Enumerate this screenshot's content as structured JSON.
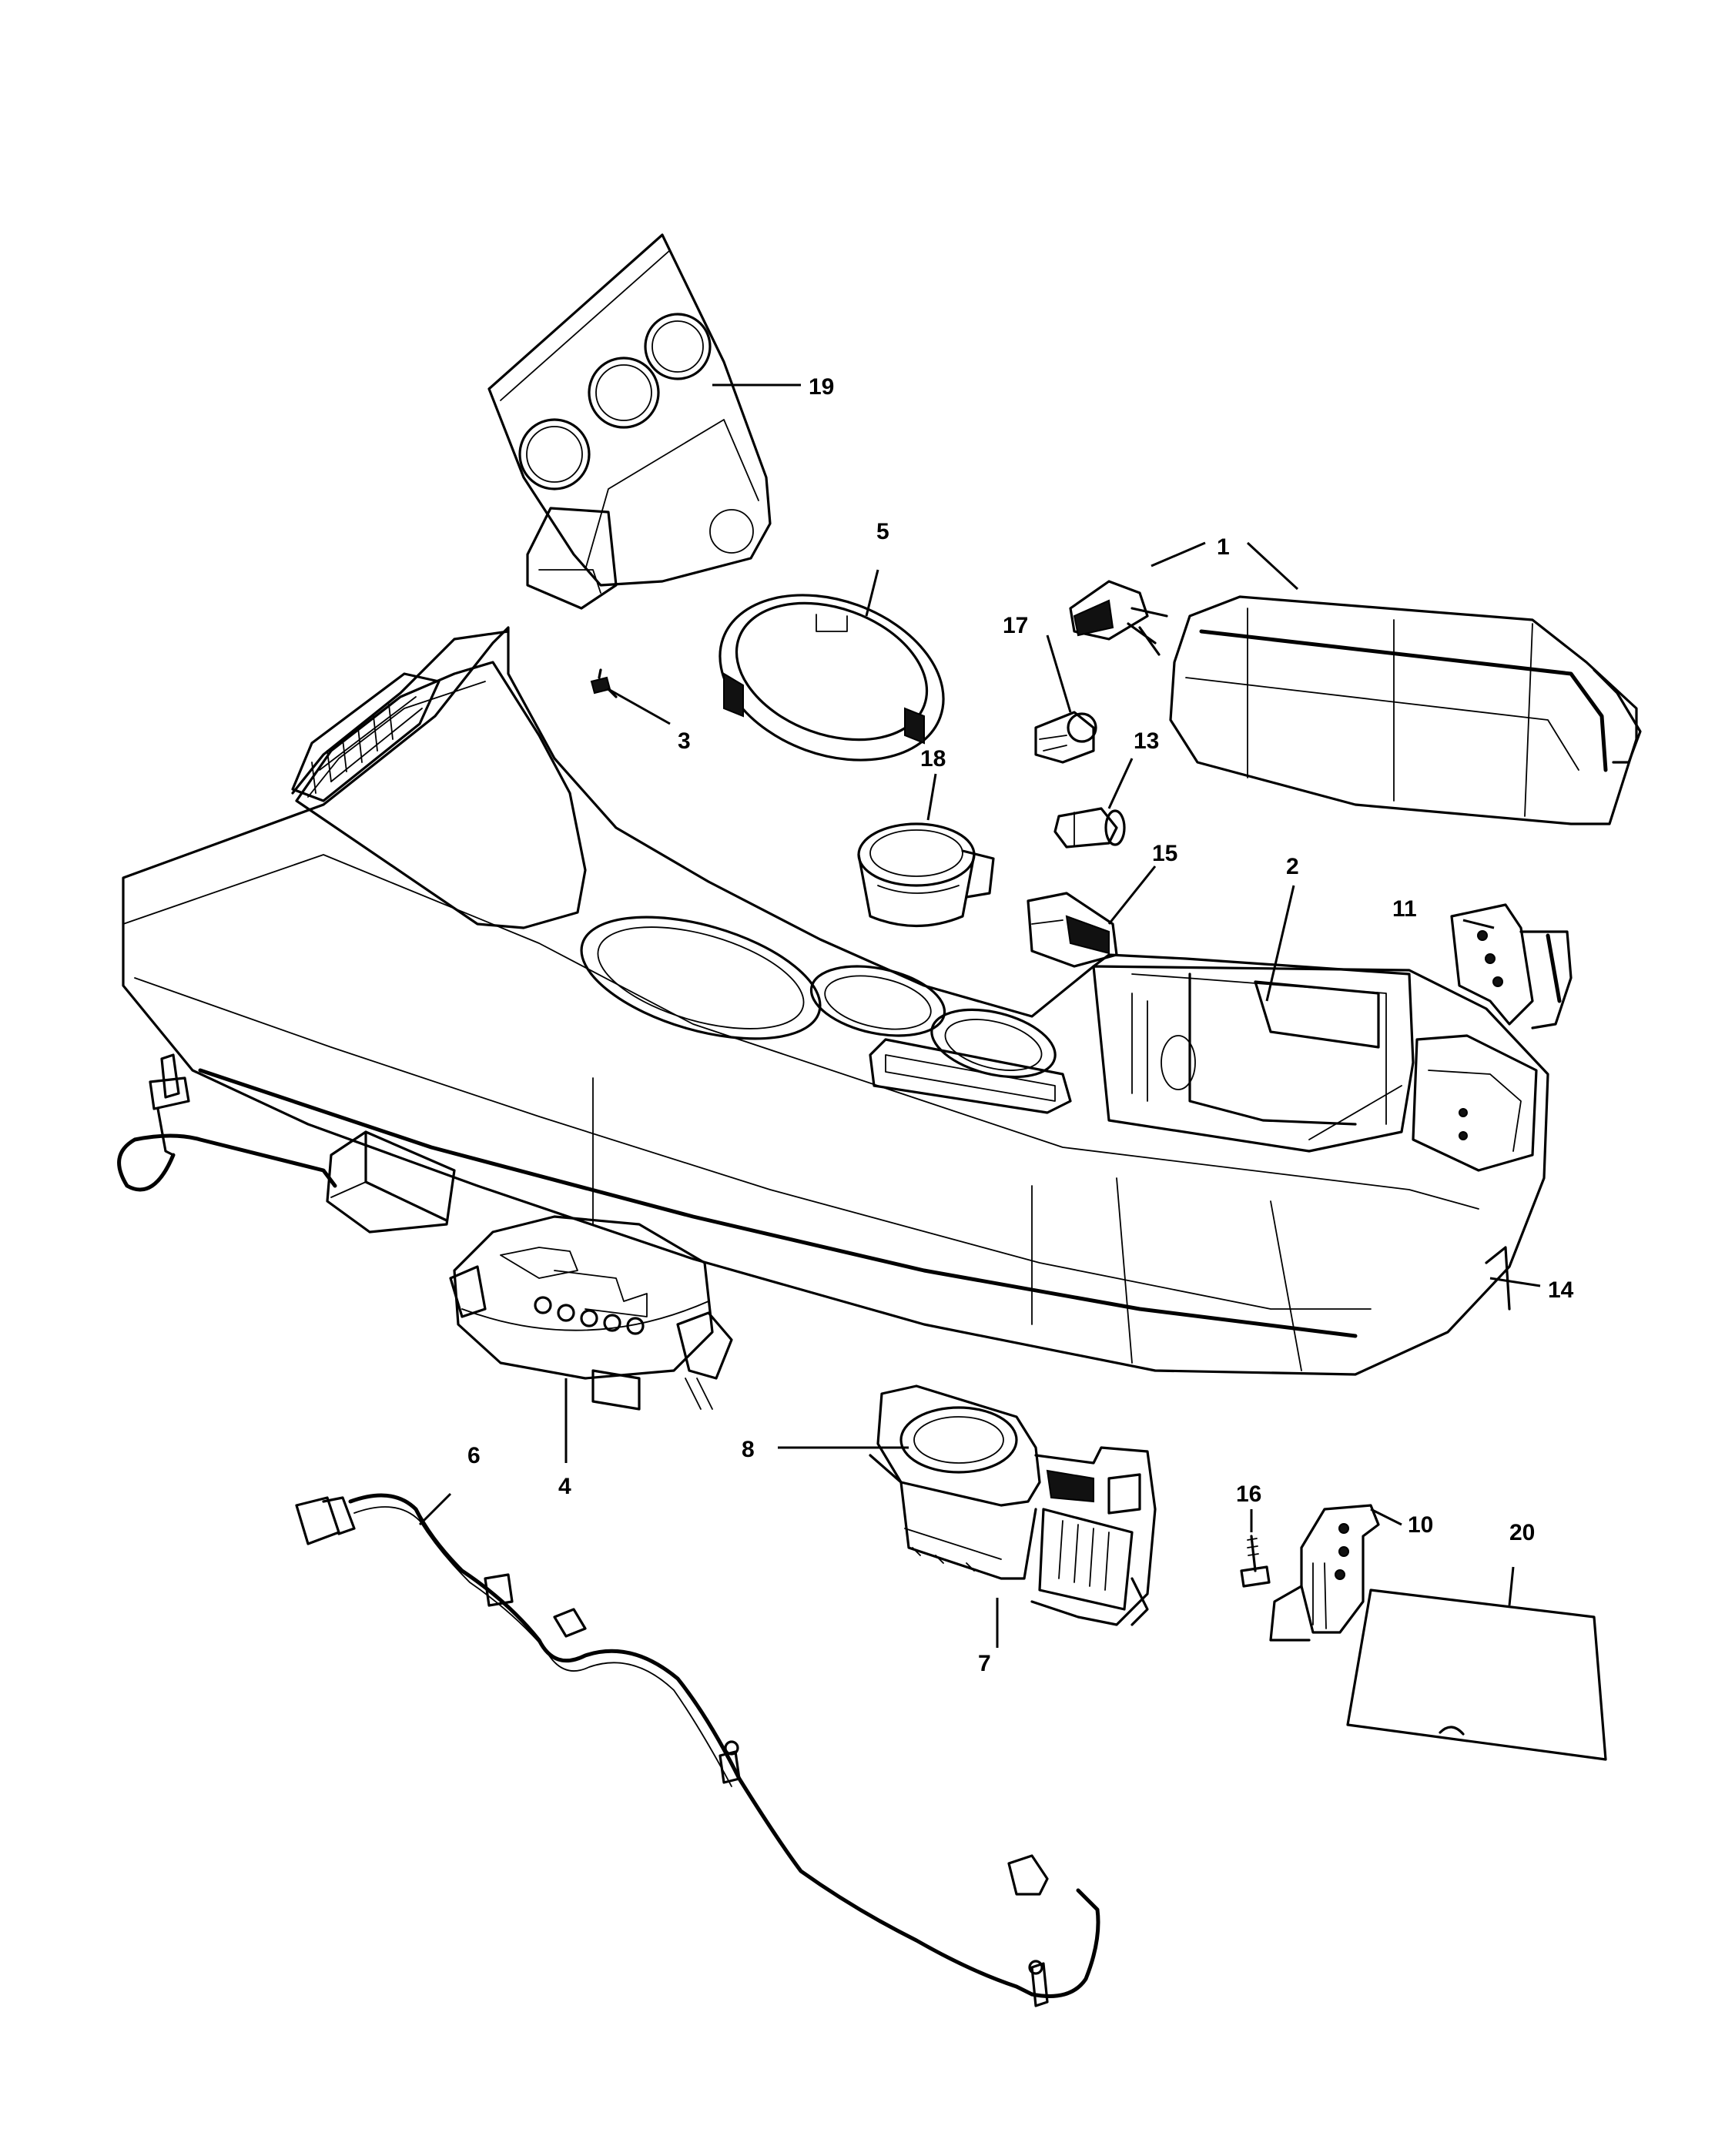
{
  "callouts": [
    {
      "id": "c1",
      "label": "1"
    },
    {
      "id": "c2",
      "label": "2"
    },
    {
      "id": "c3",
      "label": "3"
    },
    {
      "id": "c4",
      "label": "4"
    },
    {
      "id": "c5",
      "label": "5"
    },
    {
      "id": "c6",
      "label": "6"
    },
    {
      "id": "c7",
      "label": "7"
    },
    {
      "id": "c8",
      "label": "8"
    },
    {
      "id": "c10",
      "label": "10"
    },
    {
      "id": "c11",
      "label": "11"
    },
    {
      "id": "c13",
      "label": "13"
    },
    {
      "id": "c14",
      "label": "14"
    },
    {
      "id": "c15",
      "label": "15"
    },
    {
      "id": "c16",
      "label": "16"
    },
    {
      "id": "c17",
      "label": "17"
    },
    {
      "id": "c18",
      "label": "18"
    },
    {
      "id": "c19",
      "label": "19"
    },
    {
      "id": "c20",
      "label": "20"
    }
  ]
}
